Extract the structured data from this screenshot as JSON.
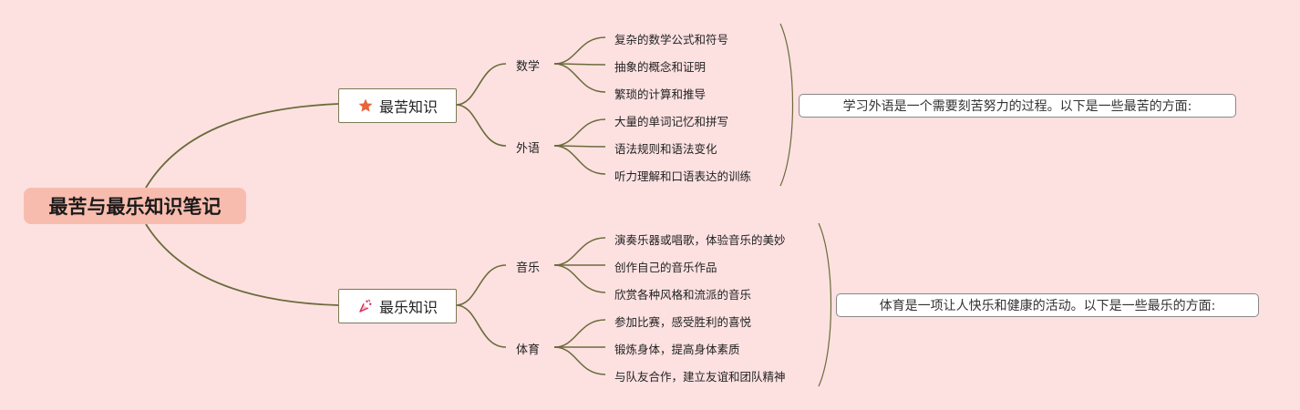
{
  "root": {
    "title": "最苦与最乐知识笔记"
  },
  "branches": [
    {
      "label": "最苦知识",
      "icon": "star-icon",
      "subtopics": [
        {
          "label": "数学",
          "leaves": [
            "复杂的数学公式和符号",
            "抽象的概念和证明",
            "繁琐的计算和推导"
          ]
        },
        {
          "label": "外语",
          "leaves": [
            "大量的单词记忆和拼写",
            "语法规则和语法变化",
            "听力理解和口语表达的训练"
          ]
        }
      ],
      "summary": "学习外语是一个需要刻苦努力的过程。以下是一些最苦的方面:"
    },
    {
      "label": "最乐知识",
      "icon": "party-popper-icon",
      "subtopics": [
        {
          "label": "音乐",
          "leaves": [
            "演奏乐器或唱歌，体验音乐的美妙",
            "创作自己的音乐作品",
            "欣赏各种风格和流派的音乐"
          ]
        },
        {
          "label": "体育",
          "leaves": [
            "参加比赛，感受胜利的喜悦",
            "锻炼身体，提高身体素质",
            "与队友合作，建立友谊和团队精神"
          ]
        }
      ],
      "summary": "体育是一项让人快乐和健康的活动。以下是一些最乐的方面:"
    }
  ],
  "colors": {
    "background": "#fde1e1",
    "root_fill": "#f8bcae",
    "connector": "#6b6b3a",
    "star": "#e8643c",
    "popper": "#d8305a"
  }
}
